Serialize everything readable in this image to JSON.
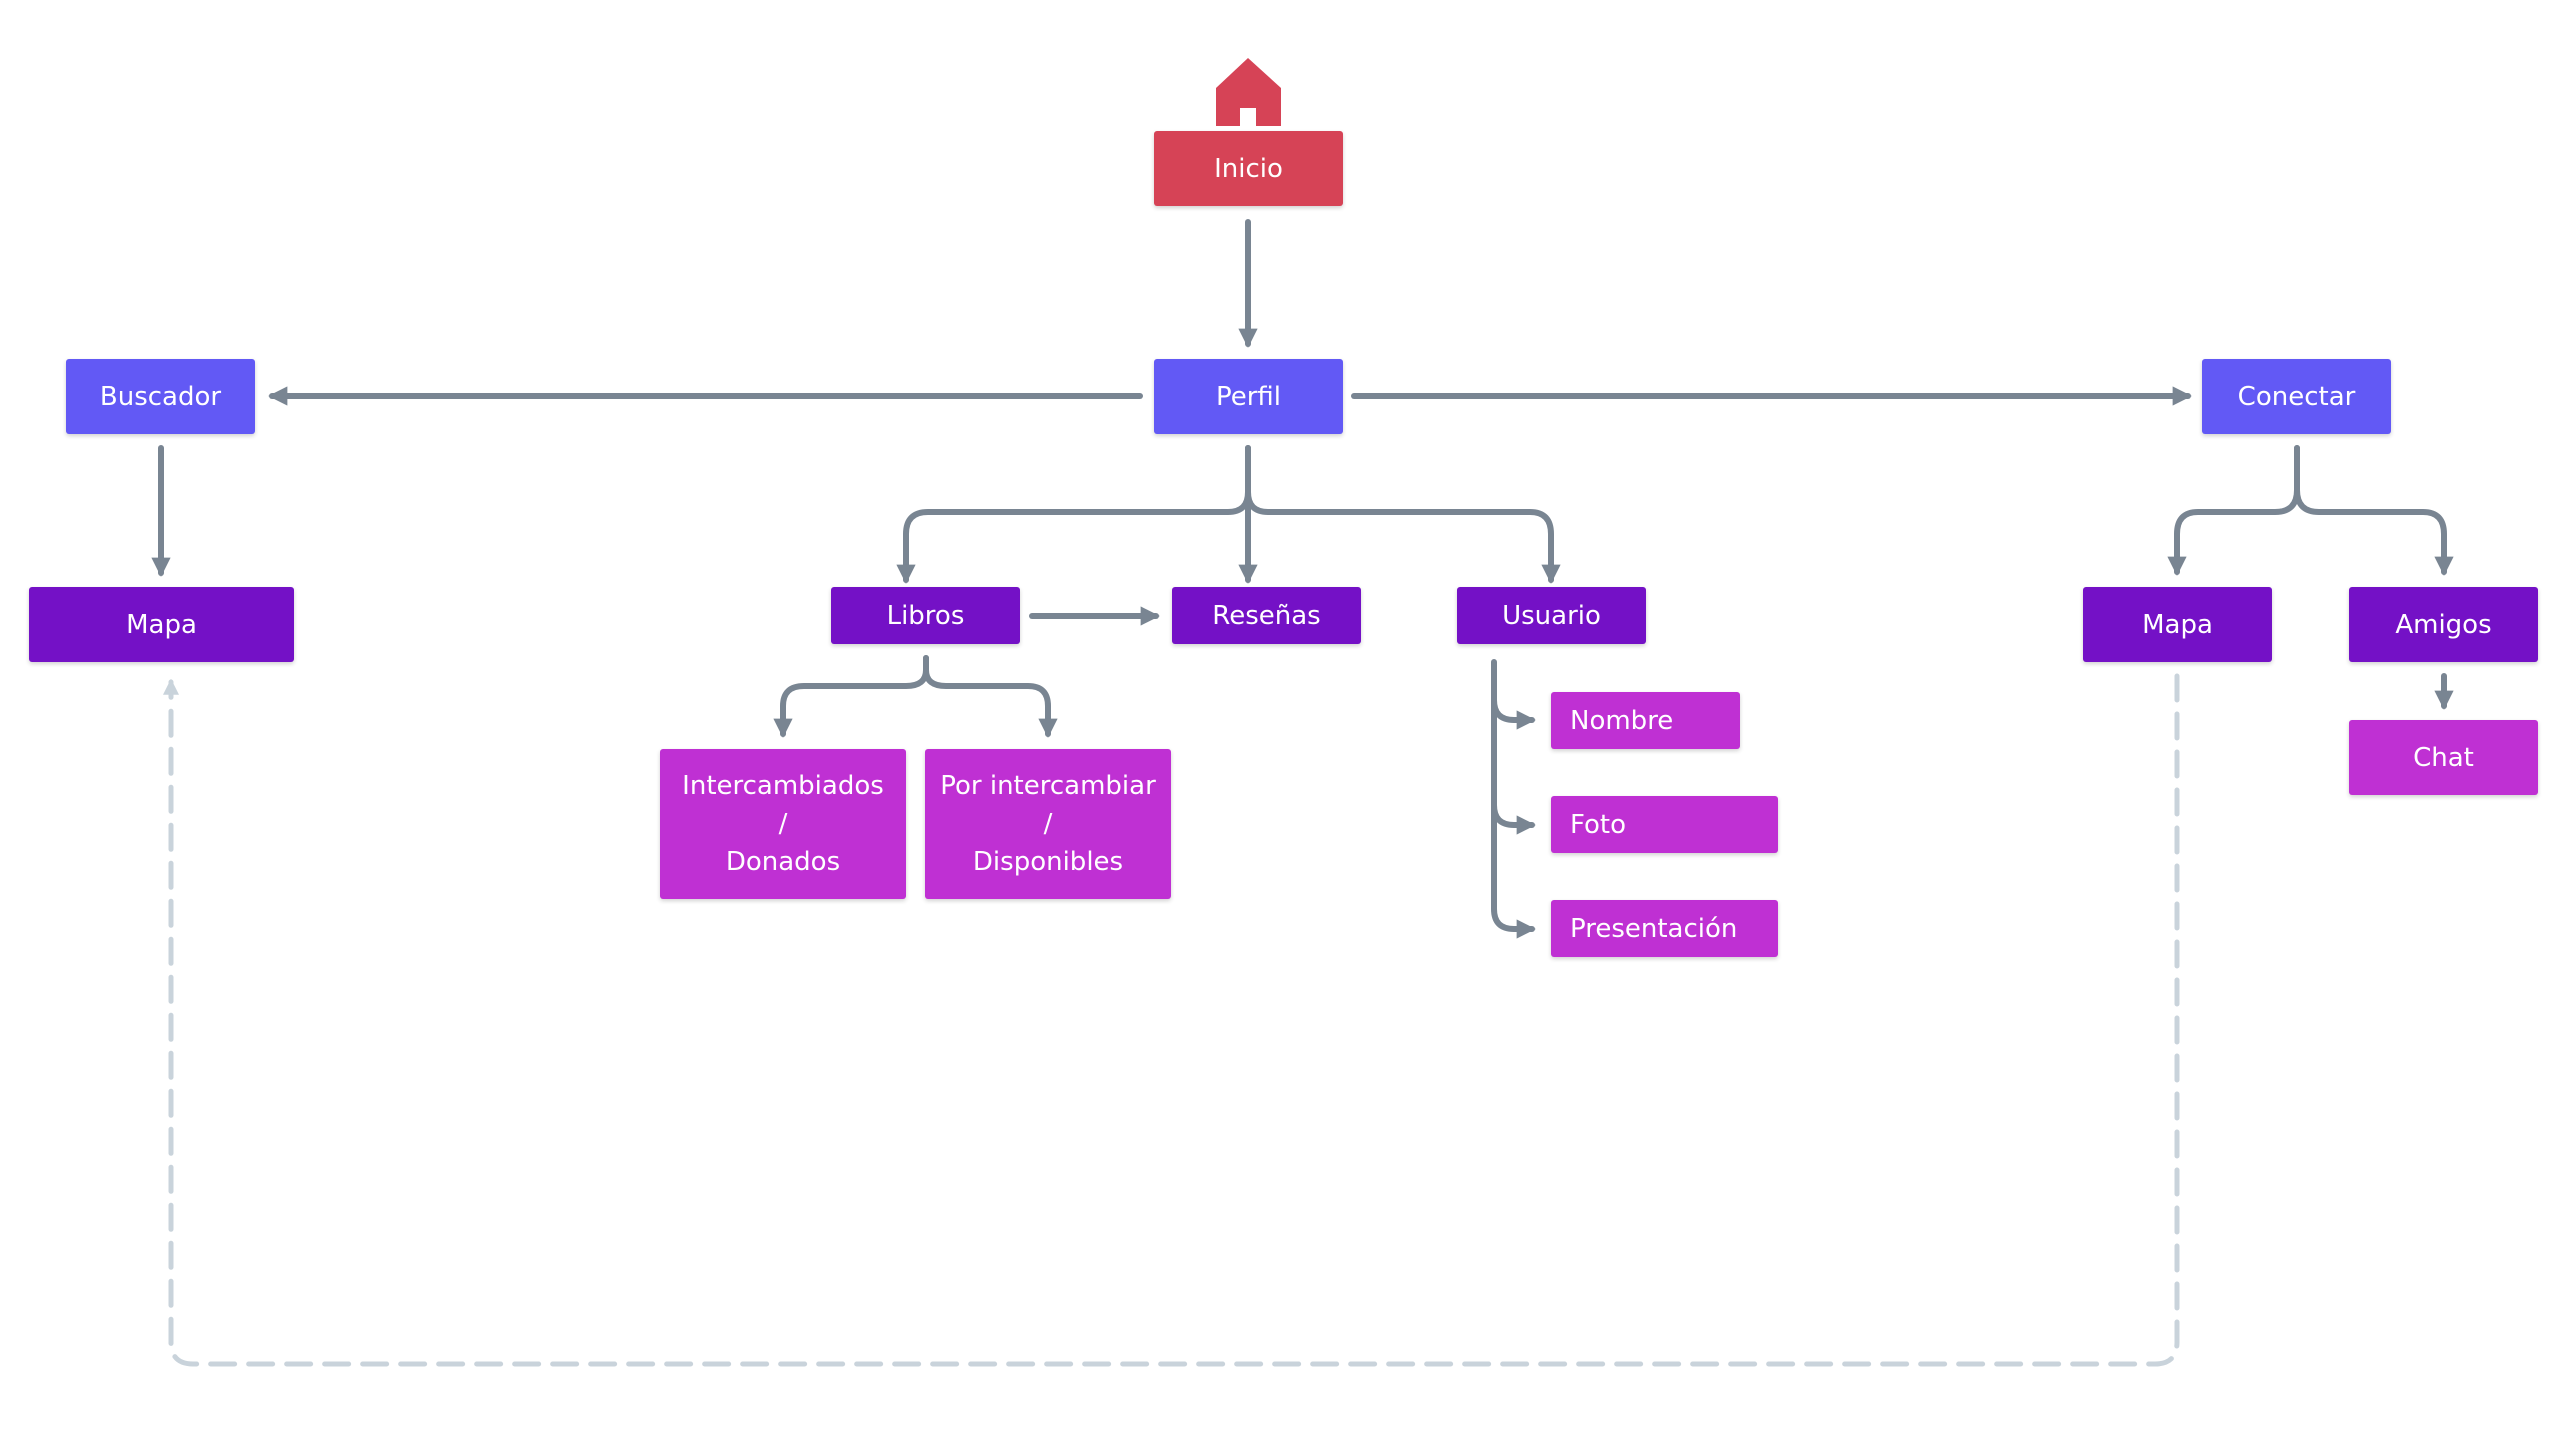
{
  "colors": {
    "home": "#d64356",
    "level1": "#6259f5",
    "level2": "#7411c6",
    "level3": "#bf30d3",
    "connector": "#798592",
    "dashed": "#c9d3db"
  },
  "icons": {
    "home": "home-icon"
  },
  "nodes": {
    "inicio": "Inicio",
    "perfil": "Perfil",
    "buscador": "Buscador",
    "conectar": "Conectar",
    "mapa_left": "Mapa",
    "libros": "Libros",
    "resenas": "Reseñas",
    "usuario": "Usuario",
    "mapa_right": "Mapa",
    "amigos": "Amigos",
    "chat": "Chat",
    "intercambiados": {
      "line1": "Intercambiados",
      "line2": "/",
      "line3": "Donados"
    },
    "por_intercambiar": {
      "line1": "Por intercambiar",
      "line2": "/",
      "line3": "Disponibles"
    },
    "nombre": "Nombre",
    "foto": "Foto",
    "presentacion": "Presentación"
  }
}
